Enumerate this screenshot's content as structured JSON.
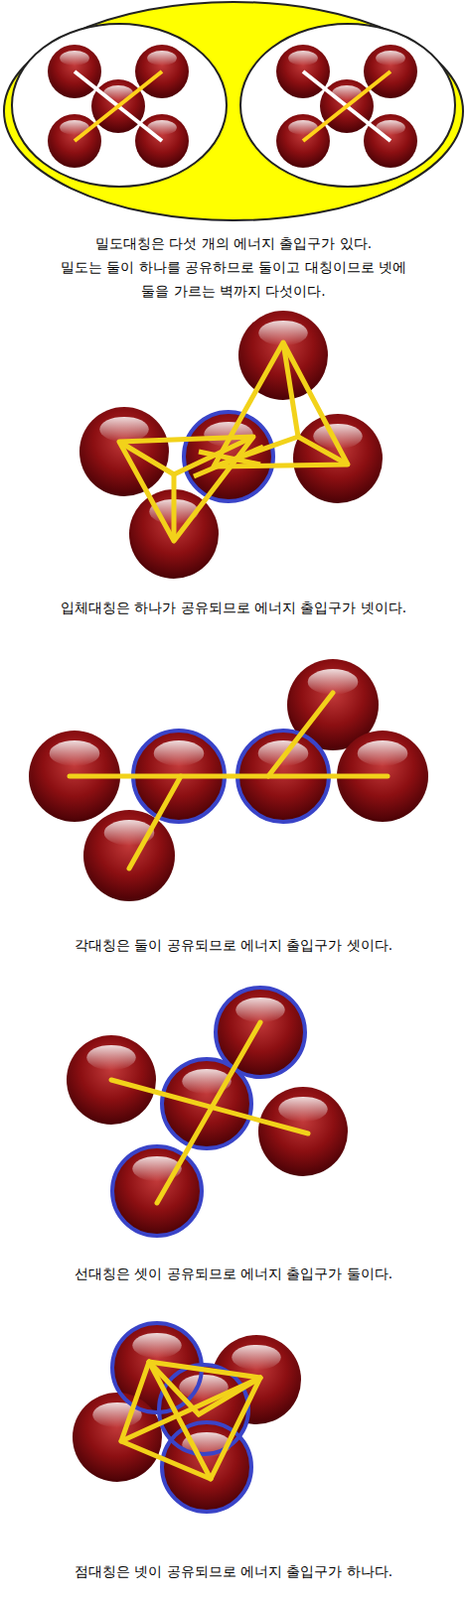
{
  "diagram": {
    "labels": [
      "밀도대칭은 다섯 개의 에너지 출입구가 있다.",
      "밀도는 둘이 하나를 공유하므로 둘이고 대칭이므로 넷에",
      "둘을 가르는 벽까지 다섯이다.",
      "입체대칭은 하나가 공유되므로 에너지 출입구가 넷이다.",
      "각대칭은 둘이 공유되므로 에너지 출입구가 셋이다.",
      "선대칭은 셋이 공유되므로 에너지 출입구가 둘이다.",
      "점대칭은 넷이 공유되므로 에너지 출입구가 하나다."
    ]
  }
}
